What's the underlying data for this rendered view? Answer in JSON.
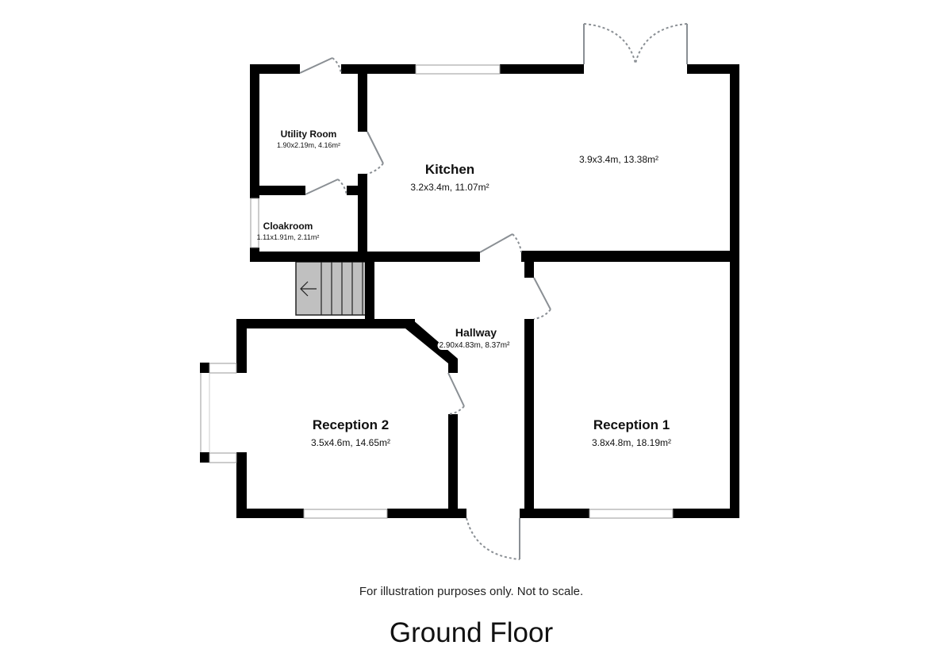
{
  "floor_title": "Ground Floor",
  "disclaimer": "For illustration purposes only. Not to scale.",
  "colors": {
    "wall": "#000000",
    "door": "#8a8f94",
    "stairs": "#c0c0c0",
    "background": "#ffffff"
  },
  "rooms": [
    {
      "id": "utility-room",
      "name": "Utility Room",
      "dims": "1.90x2.19m, 4.16m²"
    },
    {
      "id": "cloakroom",
      "name": "Cloakroom",
      "dims": "1.11x1.91m, 2.11m²"
    },
    {
      "id": "kitchen",
      "name": "Kitchen",
      "dims": "3.2x3.4m, 11.07m²"
    },
    {
      "id": "kitchen-extension",
      "name": "",
      "dims": "3.9x3.4m, 13.38m²"
    },
    {
      "id": "hallway",
      "name": "Hallway",
      "dims": "2.90x4.83m, 8.37m²"
    },
    {
      "id": "reception-2",
      "name": "Reception 2",
      "dims": "3.5x4.6m, 14.65m²"
    },
    {
      "id": "reception-1",
      "name": "Reception 1",
      "dims": "3.8x4.8m, 18.19m²"
    }
  ],
  "stairs": {
    "direction": "left",
    "arrow": "←"
  }
}
